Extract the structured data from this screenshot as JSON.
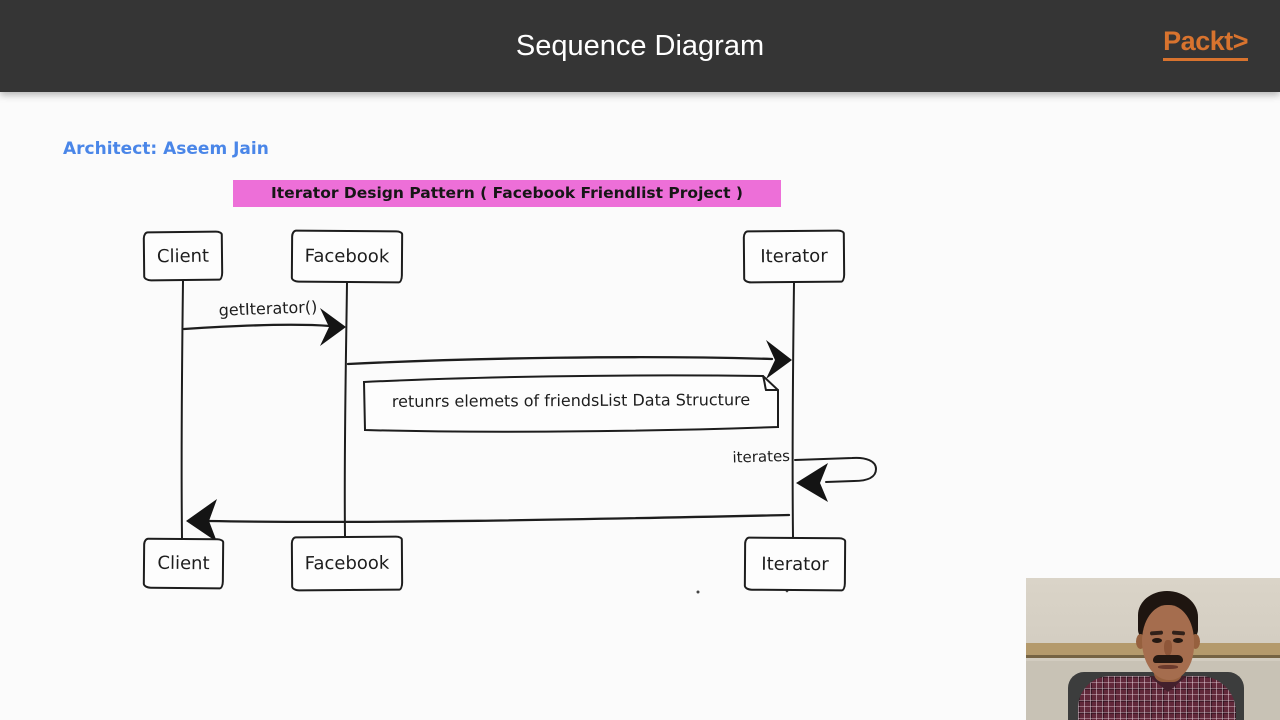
{
  "header": {
    "title": "Sequence Diagram",
    "brand": "Packt>"
  },
  "slide": {
    "architect": "Architect: Aseem Jain",
    "title": "Iterator Design Pattern ( Facebook Friendlist Project )",
    "actors": {
      "client": "Client",
      "facebook": "Facebook",
      "iterator": "Iterator"
    },
    "messages": {
      "get_iterator": "getIterator()",
      "iterates": "iterates"
    },
    "note": "retunrs elemets of friendsList Data Structure"
  },
  "colors": {
    "header_bg": "#353535",
    "brand_orange": "#d8732e",
    "architect_blue": "#4a86e8",
    "highlight_pink": "#ed6fd8",
    "ink": "#1d1d1d"
  },
  "webcam": {
    "description": "presenter talking on webcam, plaid shirt, office chair, beige wall"
  }
}
